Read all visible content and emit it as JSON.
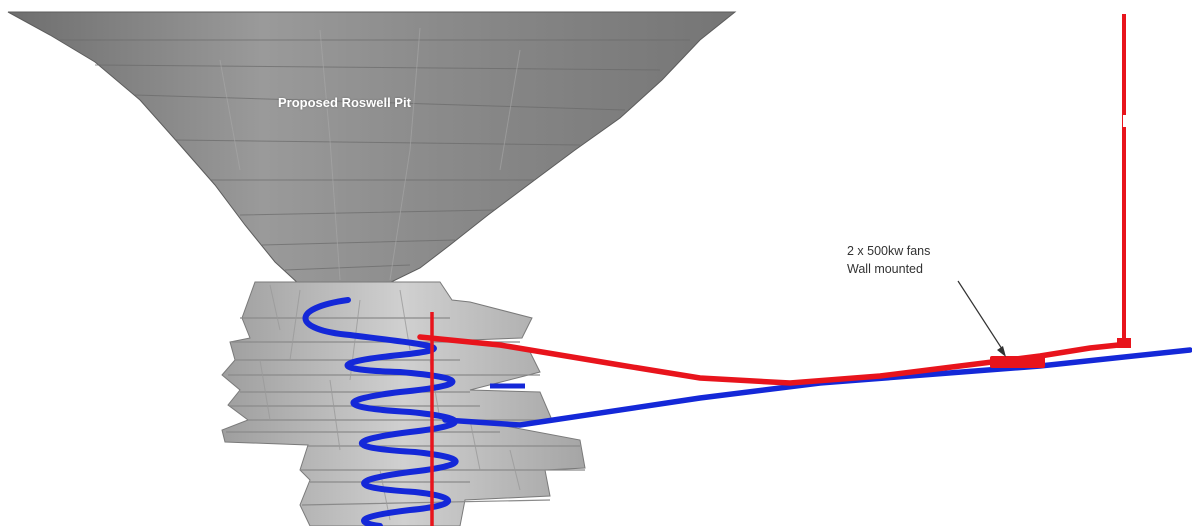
{
  "labels": {
    "pit": "Proposed Roswell Pit",
    "fans_line1": "2 x 500kw fans",
    "fans_line2": "Wall mounted"
  },
  "colors": {
    "exhaust_airway": "#e8141c",
    "intake_decline": "#1428d8",
    "pit_shell": "#8d8d8d",
    "stopes": "#b8b8b8",
    "annotation": "#333333"
  }
}
